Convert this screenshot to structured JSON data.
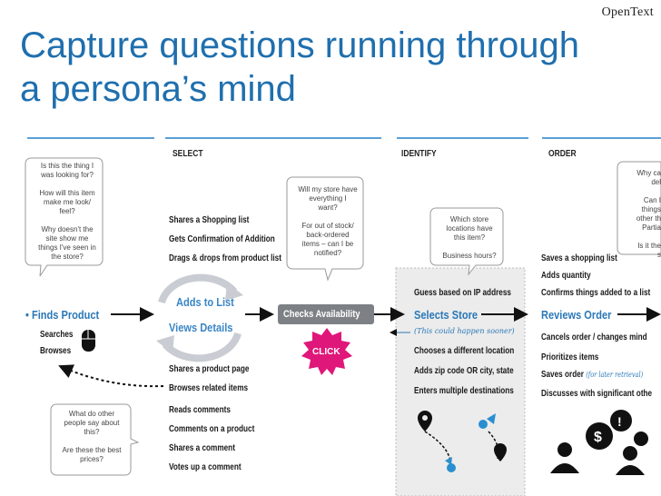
{
  "brand": "OpenText",
  "title_lines": [
    "Capture questions running through",
    "a persona’s mind"
  ],
  "columns": [
    "SELECT",
    "IDENTIFY",
    "ORDER"
  ],
  "bubbles": {
    "b1": [
      "Is this the thing I",
      "was looking for?",
      "",
      "How will this item",
      "make me look/",
      "feel?",
      "",
      "Why doesn't the",
      "site show me",
      "things I've seen in",
      "the store?"
    ],
    "b2": [
      "Will my store have",
      "everything I",
      "want?",
      "",
      "For out of stock/",
      "back-ordered",
      "items – can I be",
      "notified?"
    ],
    "b3": [
      "Which store",
      "locations have",
      "this item?",
      "",
      "Business hours?"
    ],
    "b4": [
      "Why ca",
      "del",
      "",
      "Can I",
      "things",
      "other th",
      "Partia",
      "",
      "Is it the",
      "s"
    ],
    "b5": [
      "What do other",
      "people say about",
      "this?",
      "",
      "Are these the best",
      "prices?"
    ]
  },
  "find": {
    "main": "Finds Product",
    "sub": [
      "Searches",
      "Browses"
    ]
  },
  "select_top": [
    "Shares a Shopping list",
    "Gets Confirmation of Addition",
    "Drags & drops from product list"
  ],
  "cycle": [
    "Adds to List",
    "Views Details"
  ],
  "select_bottom": [
    "Shares a product page",
    "Browses related items"
  ],
  "comments": [
    "Reads comments",
    "Comments on a product",
    "Shares a comment",
    "Votes up a comment"
  ],
  "checks": "Checks Availability",
  "click": "CLICK",
  "identify": {
    "top": "Guess based on IP address",
    "main": "Selects Store",
    "note": "(This could happen sooner)",
    "items": [
      "Chooses a different location",
      "Adds zip code OR city, state",
      "Enters multiple destinations"
    ]
  },
  "order": {
    "top": [
      "Saves a shopping list",
      "Adds quantity",
      "Confirms things added to a list"
    ],
    "main": "Reviews Order",
    "items": [
      "Cancels order / changes mind",
      "Prioritizes items"
    ],
    "saves": "Saves order",
    "saves_note": "(for later retrieval)",
    "last": "Discusses with significant othe"
  },
  "colors": {
    "title": "#1f6fae",
    "blue": "#2a78b8",
    "pink": "#e0177a",
    "column_line": "#5aa0d6"
  }
}
